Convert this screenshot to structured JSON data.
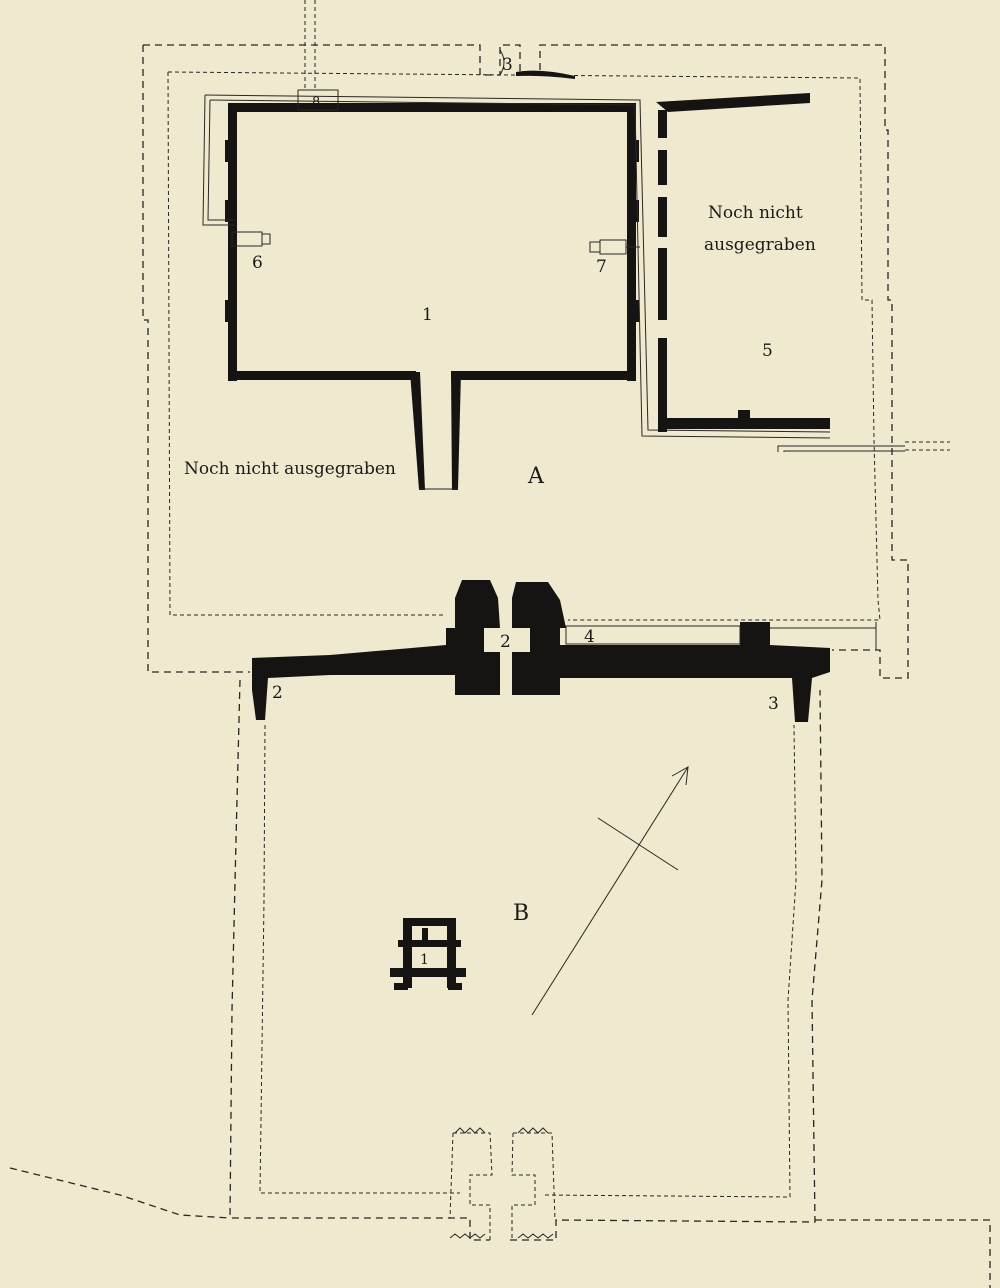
{
  "labels": {
    "area_a": "A",
    "area_b": "B",
    "room_1": "1",
    "room_2_gate": "2",
    "corner_2": "2",
    "corner_3": "3",
    "gate_3": "3",
    "room_4": "4",
    "room_5": "5",
    "room_6": "6",
    "room_7": "7",
    "room_8": "8",
    "shrine_1": "1",
    "not_excavated_west": "Noch nicht ausgegraben",
    "not_excavated_east_line1": "Noch nicht",
    "not_excavated_east_line2": "ausgegraben"
  },
  "colors": {
    "paper": "#efe9d0",
    "ink": "#161412"
  },
  "icons": {
    "north_arrow": "north-arrow-icon"
  }
}
